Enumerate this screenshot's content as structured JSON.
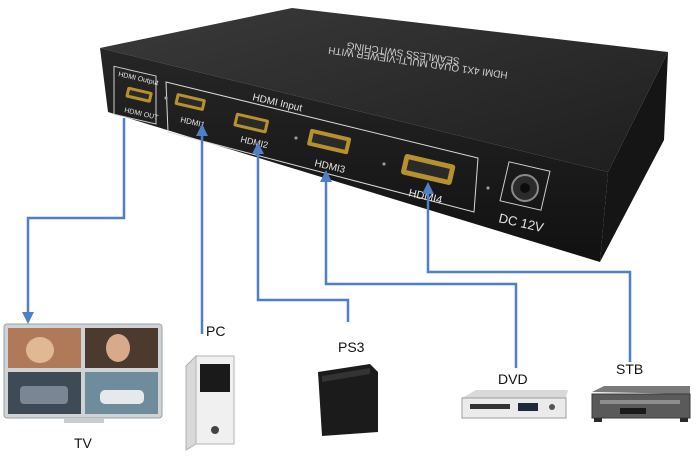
{
  "box": {
    "top_text_line1": "HDMI 4X1 QUAD MULTI-VIEWER WITH",
    "top_text_line2": "SEAMLESS SWITCHING",
    "output_label": "HDMI Output",
    "output_sublabel": "HDMI OUT",
    "input_group_label": "HDMI Input",
    "inputs": [
      "HDMI1",
      "HDMI2",
      "HDMI3",
      "HDMI4"
    ],
    "power_label": "DC 12V"
  },
  "devices": {
    "tv": "TV",
    "pc": "PC",
    "ps3": "PS3",
    "dvd": "DVD",
    "stb": "STB"
  },
  "colors": {
    "box_body": "#1c1c1c",
    "box_top": "#2a2a2a",
    "connector_line": "#4f7fc4",
    "port_gold": "#b8912f"
  }
}
